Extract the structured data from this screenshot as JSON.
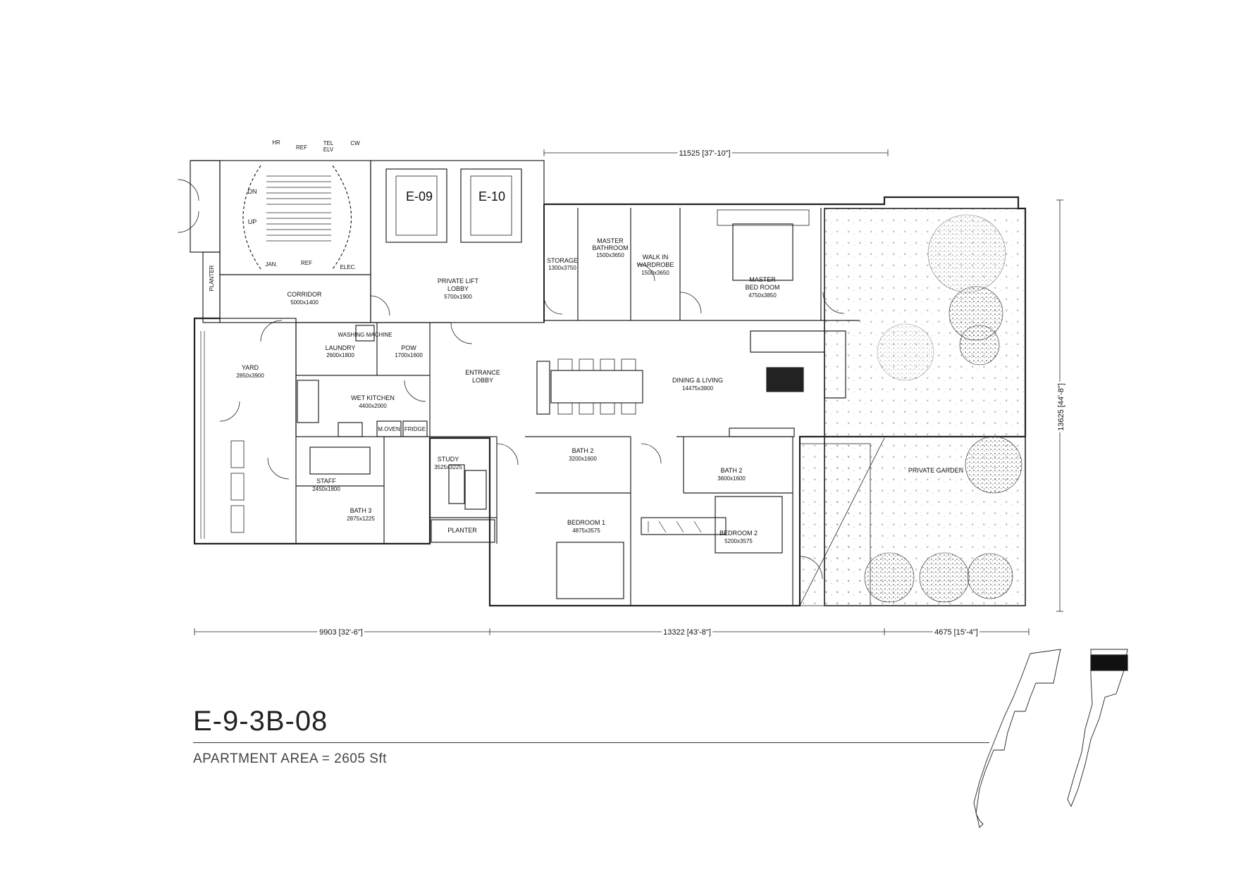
{
  "unit": {
    "title": "E-9-3B-08",
    "area": "APARTMENT AREA = 2605 Sft"
  },
  "lifts": {
    "e09": "E-09",
    "e10": "E-10"
  },
  "core_labels": {
    "dn": "DN",
    "up": "UP",
    "hr": "HR",
    "ref_top": "REF",
    "tel": "TEL",
    "elv": "ELV",
    "cw": "CW",
    "jan": "JAN.",
    "ref_bottom": "REF",
    "elec": "ELEC.",
    "planter_side": "PLANTER"
  },
  "rooms": {
    "corridor": {
      "name": "CORRIDOR",
      "size": "5000x1400"
    },
    "private_lift_lobby": {
      "name": "PRIVATE LIFT",
      "name2": "LOBBY",
      "size": "5700x1900"
    },
    "storage": {
      "name": "STORAGE",
      "size": "1300x3750"
    },
    "master_bathroom": {
      "name": "MASTER",
      "name2": "BATHROOM",
      "size": "1500x3650"
    },
    "walk_in_wardrobe": {
      "name": "WALK IN",
      "name2": "WARDROBE",
      "size": "1500x3650"
    },
    "master_bedroom": {
      "name": "MASTER",
      "name2": "BED ROOM",
      "size": "4750x3850"
    },
    "yard": {
      "name": "YARD",
      "size": "2850x3900"
    },
    "laundry": {
      "name": "LAUNDRY",
      "size": "2600x1800"
    },
    "pow": {
      "name": "POW",
      "size": "1700x1600"
    },
    "entrance_lobby": {
      "name": "ENTRANCE",
      "name2": "LOBBY"
    },
    "wet_kitchen": {
      "name": "WET KITCHEN",
      "size": "4400x2000"
    },
    "dining_living": {
      "name": "DINING & LIVING",
      "size": "14475x3900"
    },
    "staff": {
      "name": "STAFF",
      "size": "2450x1800"
    },
    "bath3": {
      "name": "BATH 3",
      "size": "2875x1225"
    },
    "study": {
      "name": "STUDY",
      "size": "3525x3225"
    },
    "planter": {
      "name": "PLANTER"
    },
    "bath2_a": {
      "name": "BATH 2",
      "size": "3200x1600"
    },
    "bedroom1": {
      "name": "BEDROOM 1",
      "size": "4875x3575"
    },
    "bath2_b": {
      "name": "BATH 2",
      "size": "3600x1600"
    },
    "bedroom2": {
      "name": "BEDROOM 2",
      "size": "5200x3575"
    },
    "private_garden": {
      "name": "PRIVATE GARDEN"
    }
  },
  "fixtures": {
    "washing_machine": "WASHING MACHINE",
    "m_oven": "M.OVEN",
    "fridge": "FRIDGE"
  },
  "dimensions": {
    "top": "11525 [37'-10\"]",
    "right": "13625 [44'-8\"]",
    "bottom_left": "9903 [32'-6\"]",
    "bottom_mid": "13322 [43'-8\"]",
    "bottom_right": "4675 [15'-4\"]"
  },
  "colors": {
    "line": "#222222",
    "highlight": "#111111"
  }
}
